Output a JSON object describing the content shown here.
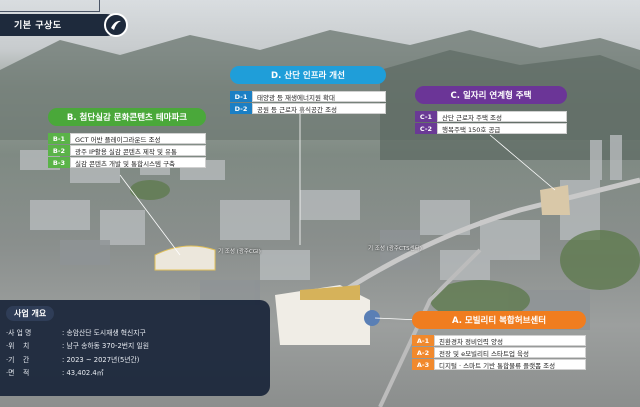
{
  "header": {
    "title": "기본 구상도",
    "logo_icon": "stylized-arrow-logo-icon"
  },
  "site_labels": [
    "기 조성 (광주CGI)",
    "기 조성 (광주CTS센터)"
  ],
  "callout_b": {
    "title": "B. 첨단실감 문화콘텐츠 테마파크",
    "rows": [
      {
        "code": "B-1",
        "text": "GCT 어반 플레이그라운드 조성"
      },
      {
        "code": "B-2",
        "text": "광주 IP활용 실감 콘텐츠 제작 및 유통"
      },
      {
        "code": "B-3",
        "text": "실감 콘텐츠 개발 및 통합시스템 구축"
      }
    ]
  },
  "callout_d": {
    "title": "D. 산단 인프라 개선",
    "rows": [
      {
        "code": "D-1",
        "text": "태양광 등 재생에너지원 확대"
      },
      {
        "code": "D-2",
        "text": "공원 등 근로자 휴식공간 조성"
      }
    ]
  },
  "callout_c": {
    "title": "C. 일자리 연계형 주택",
    "rows": [
      {
        "code": "C-1",
        "text": "산단 근로자 주택 조성"
      },
      {
        "code": "C-2",
        "text": "행복주택 150호 공급"
      }
    ]
  },
  "callout_a": {
    "title": "A. 모빌리티 복합허브센터",
    "rows": [
      {
        "code": "A-1",
        "text": "친환경차 정비인력 양성"
      },
      {
        "code": "A-2",
        "text": "전장 및 e모빌리티 스타트업 육성"
      },
      {
        "code": "A-3",
        "text": "디지털 · 스마트 기반 통합물류 플랫폼 조성"
      }
    ]
  },
  "info": {
    "title": "사업 개요",
    "rows": [
      {
        "label": "·사 업 명",
        "value": ": 송암산단 도시재생 혁신지구"
      },
      {
        "label": "·위    치",
        "value": ": 남구 송하동 370-2번지 일원"
      },
      {
        "label": "·기    간",
        "value": ": 2023 ~ 2027년(5년간)"
      },
      {
        "label": "·면    적",
        "value": ": 43,402.4㎡"
      }
    ]
  },
  "colors": {
    "green": "#4aa83a",
    "blue": "#1f9ed9",
    "purple": "#6b3597",
    "orange": "#f07d1f",
    "navy": "#1e2a3c"
  }
}
